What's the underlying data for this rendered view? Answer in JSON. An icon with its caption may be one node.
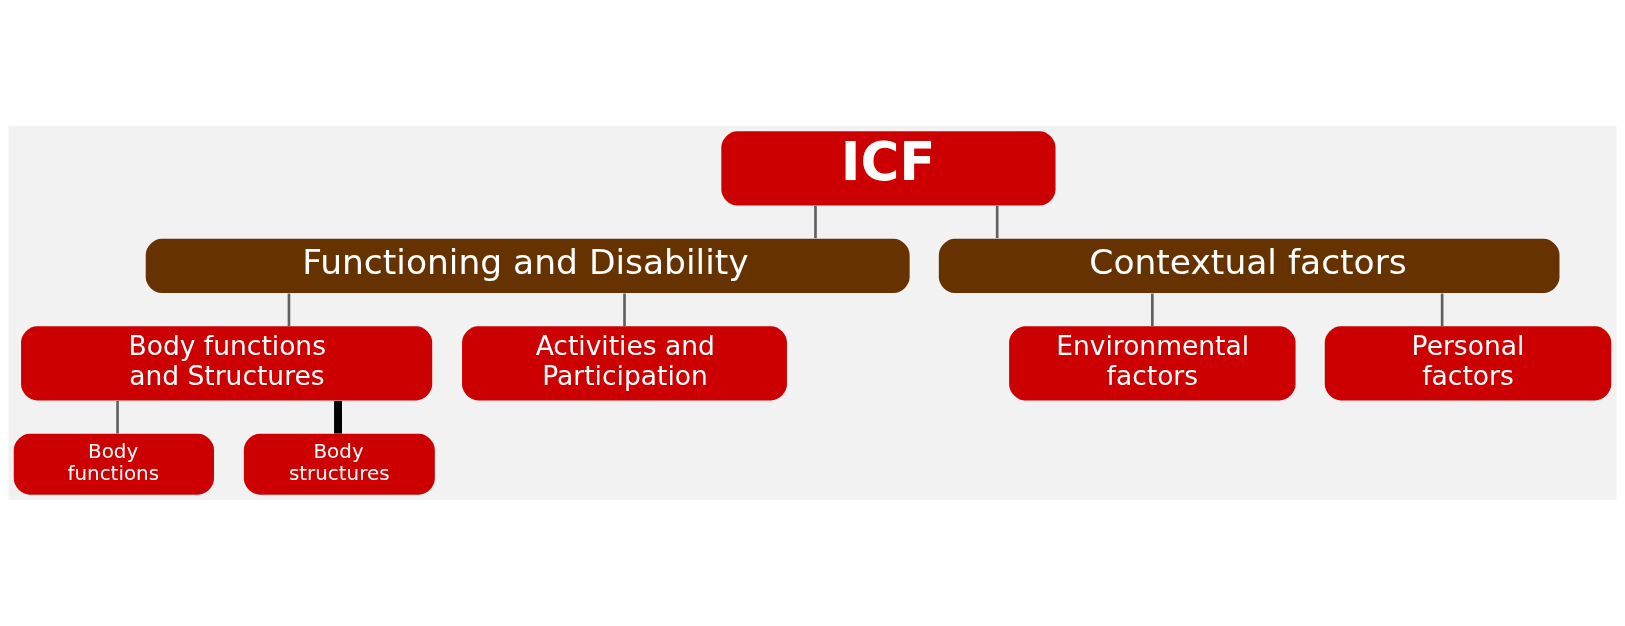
{
  "diagram": {
    "nodes": [
      {
        "text": [
          "ICF"
        ]
      },
      {
        "text": [
          "Functioning and Disability"
        ]
      },
      {
        "text": [
          "Contextual factors"
        ]
      },
      {
        "text": [
          "Body functions and Structures"
        ]
      },
      {
        "text": [
          "Activities and Participation"
        ]
      },
      {
        "text": [
          "Environmental factors"
        ]
      },
      {
        "text": [
          "Personal factors"
        ]
      },
      {
        "text": [
          "Body functions"
        ]
      },
      {
        "text": [
          "Body structures"
        ]
      }
    ],
    "edges": [
      {
        "from": 0,
        "to": 1,
        "arrow": "none"
      },
      {
        "from": 0,
        "to": 2,
        "arrow": "none"
      },
      {
        "from": 1,
        "to": 3,
        "arrow": "none"
      },
      {
        "from": 1,
        "to": 4,
        "arrow": "none"
      },
      {
        "from": 2,
        "to": 5,
        "arrow": "none"
      },
      {
        "from": 2,
        "to": 6,
        "arrow": "none"
      },
      {
        "from": 3,
        "to": 7,
        "arrow": "none"
      },
      {
        "from": 3,
        "to": 8,
        "arrow": "none",
        "style": "thick",
        "color": "#000000"
      }
    ]
  }
}
